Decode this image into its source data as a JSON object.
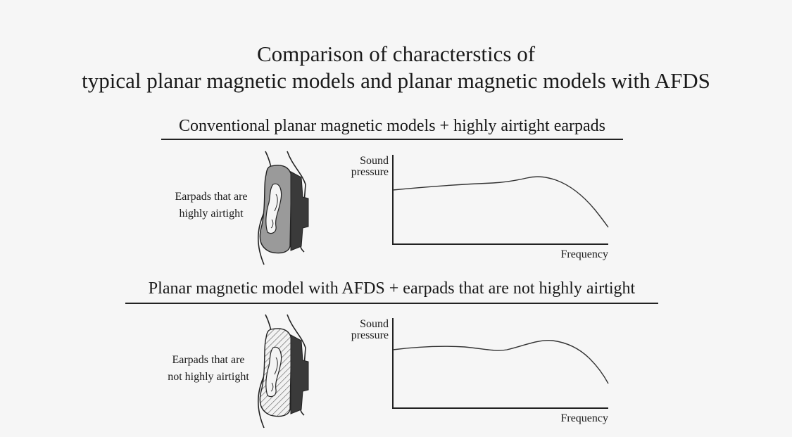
{
  "title": {
    "line1": "Comparison of characterstics of",
    "line2": "typical planar magnetic models and planar magnetic models with AFDS"
  },
  "panels": [
    {
      "subtitle": "Conventional planar magnetic models + highly airtight earpads",
      "earpad_label_line1": "Earpads that are",
      "earpad_label_line2": "highly airtight",
      "earpad_fill": "#9a9a9a",
      "ylabel_line1": "Sound",
      "ylabel_line2": "pressure",
      "xlabel": "Frequency"
    },
    {
      "subtitle": "Planar magnetic model with AFDS + earpads that are not highly airtight",
      "earpad_label_line1": "Earpads that are",
      "earpad_label_line2": "not highly airtight",
      "earpad_fill": "hatched",
      "ylabel_line1": "Sound",
      "ylabel_line2": "pressure",
      "xlabel": "Frequency"
    }
  ],
  "colors": {
    "background": "#f6f6f6",
    "ink": "#1a1a1a",
    "driver": "#3a3a3a"
  }
}
